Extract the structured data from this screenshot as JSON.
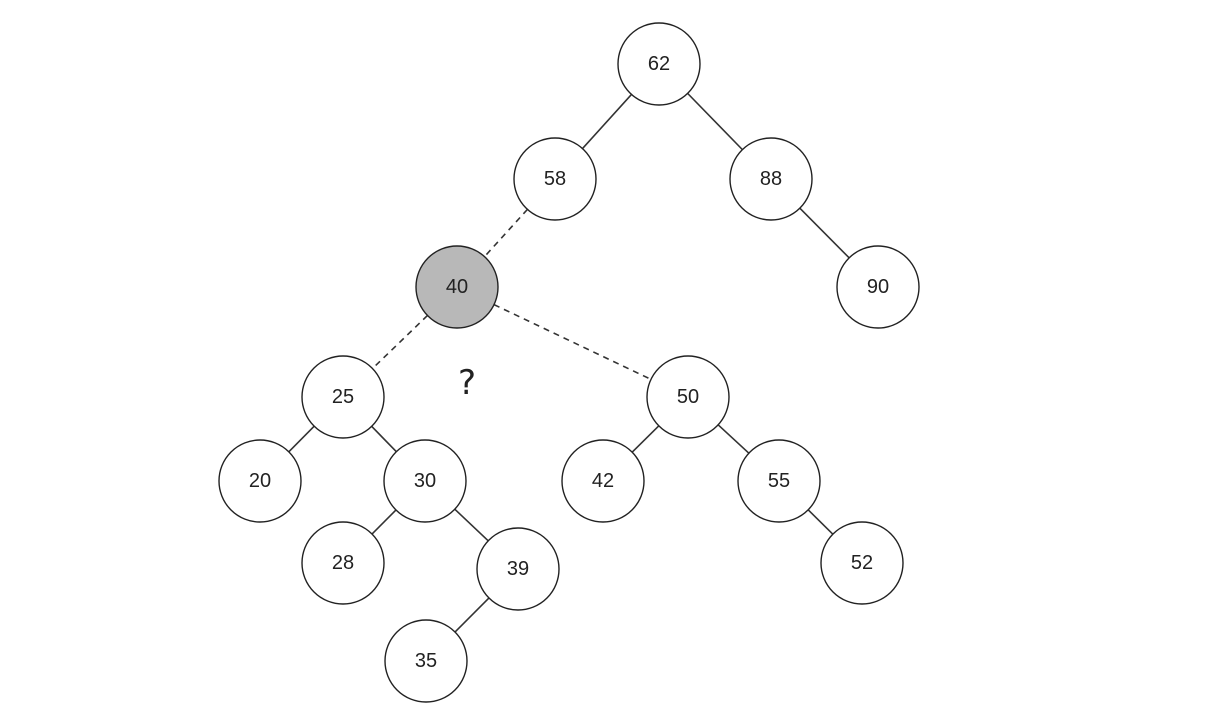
{
  "tree": {
    "nodes": [
      {
        "id": "n62",
        "label": "62",
        "highlighted": false
      },
      {
        "id": "n58",
        "label": "58",
        "highlighted": false
      },
      {
        "id": "n88",
        "label": "88",
        "highlighted": false
      },
      {
        "id": "n90",
        "label": "90",
        "highlighted": false
      },
      {
        "id": "n40",
        "label": "40",
        "highlighted": true
      },
      {
        "id": "n25",
        "label": "25",
        "highlighted": false
      },
      {
        "id": "n50",
        "label": "50",
        "highlighted": false
      },
      {
        "id": "n20",
        "label": "20",
        "highlighted": false
      },
      {
        "id": "n30",
        "label": "30",
        "highlighted": false
      },
      {
        "id": "n42",
        "label": "42",
        "highlighted": false
      },
      {
        "id": "n55",
        "label": "55",
        "highlighted": false
      },
      {
        "id": "n28",
        "label": "28",
        "highlighted": false
      },
      {
        "id": "n39",
        "label": "39",
        "highlighted": false
      },
      {
        "id": "n52",
        "label": "52",
        "highlighted": false
      },
      {
        "id": "n35",
        "label": "35",
        "highlighted": false
      }
    ],
    "edges": [
      {
        "from": "n62",
        "to": "n58",
        "style": "solid"
      },
      {
        "from": "n62",
        "to": "n88",
        "style": "solid"
      },
      {
        "from": "n88",
        "to": "n90",
        "style": "solid"
      },
      {
        "from": "n58",
        "to": "n40",
        "style": "dashed"
      },
      {
        "from": "n40",
        "to": "n25",
        "style": "dashed"
      },
      {
        "from": "n40",
        "to": "n50",
        "style": "dashed"
      },
      {
        "from": "n25",
        "to": "n20",
        "style": "solid"
      },
      {
        "from": "n25",
        "to": "n30",
        "style": "solid"
      },
      {
        "from": "n30",
        "to": "n28",
        "style": "solid"
      },
      {
        "from": "n30",
        "to": "n39",
        "style": "solid"
      },
      {
        "from": "n39",
        "to": "n35",
        "style": "solid"
      },
      {
        "from": "n50",
        "to": "n42",
        "style": "solid"
      },
      {
        "from": "n50",
        "to": "n55",
        "style": "solid"
      },
      {
        "from": "n55",
        "to": "n52",
        "style": "solid"
      }
    ],
    "question_mark": "?"
  },
  "colors": {
    "node_fill": "#ffffff",
    "highlight_fill": "#b8b8b8",
    "stroke": "#222222"
  }
}
